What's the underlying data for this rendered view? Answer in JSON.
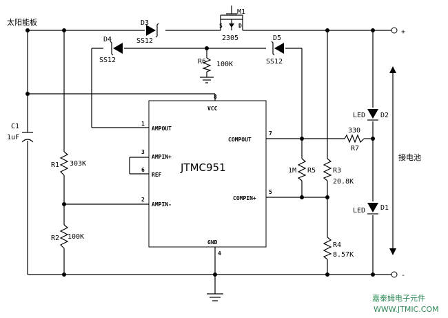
{
  "labels": {
    "solar_panel": "太阳能板",
    "battery": "接电池",
    "plus": "+",
    "minus": "-",
    "watermark_cn": "嘉泰姆电子元件",
    "watermark_url": "WWW.JTMIC.COM"
  },
  "chip": {
    "name": "JTMC951",
    "pins": {
      "vcc": "VCC",
      "vcc_num": "8",
      "ampout": "AMPOUT",
      "ampout_num": "1",
      "ampin_plus": "AMPIN+",
      "ampin_plus_num": "3",
      "ref": "REF",
      "ref_num": "6",
      "ampin_minus": "AMPIN-",
      "ampin_minus_num": "2",
      "compout": "COMPOUT",
      "compout_num": "7",
      "compin_plus": "COMPIN+",
      "compin_plus_num": "5",
      "gnd": "GND",
      "gnd_num": "4"
    }
  },
  "components": {
    "m1": "M1",
    "m1_part": "2305",
    "m1_s": "S",
    "m1_d": "D",
    "d3": "D3",
    "d3_part": "SS12",
    "d4": "D4",
    "d4_part": "SS12",
    "d5": "D5",
    "d5_part": "SS12",
    "r6": "R6",
    "r6_val": "100K",
    "c1": "C1",
    "c1_val": "1uF",
    "r1": "R1",
    "r1_val": "303K",
    "r2": "R2",
    "r2_val": "100K",
    "r5": "R5",
    "r5_val": "1M",
    "r7": "R7",
    "r7_val": "330",
    "r3": "R3",
    "r3_val": "20.8K",
    "r4": "R4",
    "r4_val": "8.57K",
    "led_d2": "LED",
    "d2": "D2",
    "led_d1": "LED",
    "d1": "D1"
  },
  "colors": {
    "wire": "#000000",
    "watermark": "#2e8b57"
  }
}
